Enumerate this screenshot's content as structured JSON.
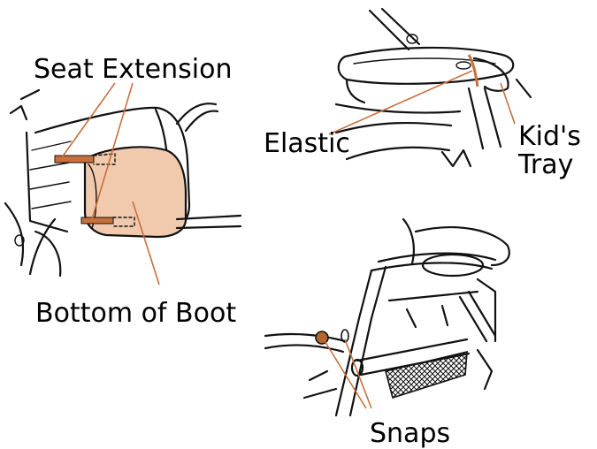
{
  "colors": {
    "accent": "#c8703c",
    "boot_fill": "#f1c9ad",
    "line": "#111111",
    "snap": "#b4652c"
  },
  "labels": {
    "seat_extension": "Seat Extension",
    "bottom_of_boot": "Bottom of Boot",
    "elastic": "Elastic",
    "kids_tray_line1": "Kid's",
    "kids_tray_line2": "Tray",
    "snaps": "Snaps"
  }
}
